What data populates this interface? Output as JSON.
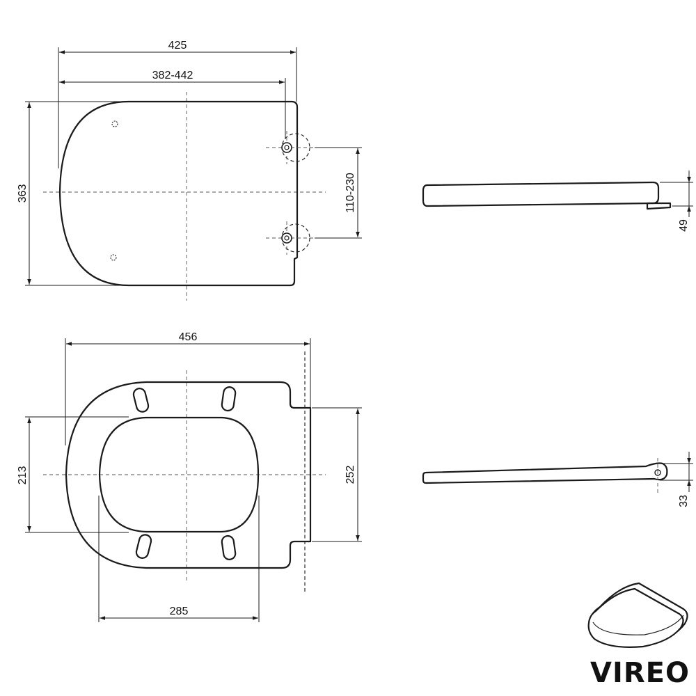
{
  "top_view": {
    "overall_width": "425",
    "hinge_width_range": "382-442",
    "length": "363",
    "fixing_distance": "110-230"
  },
  "side_view_closed": {
    "height": "49"
  },
  "bottom_view": {
    "overall_width": "456",
    "inner_length": "213",
    "inner_width": "285",
    "fixing_span": "252"
  },
  "side_view_open": {
    "hinge_height": "33"
  },
  "brand": {
    "name": "VIREO"
  },
  "colors": {
    "line": "#1a1a1a",
    "background": "#ffffff"
  }
}
